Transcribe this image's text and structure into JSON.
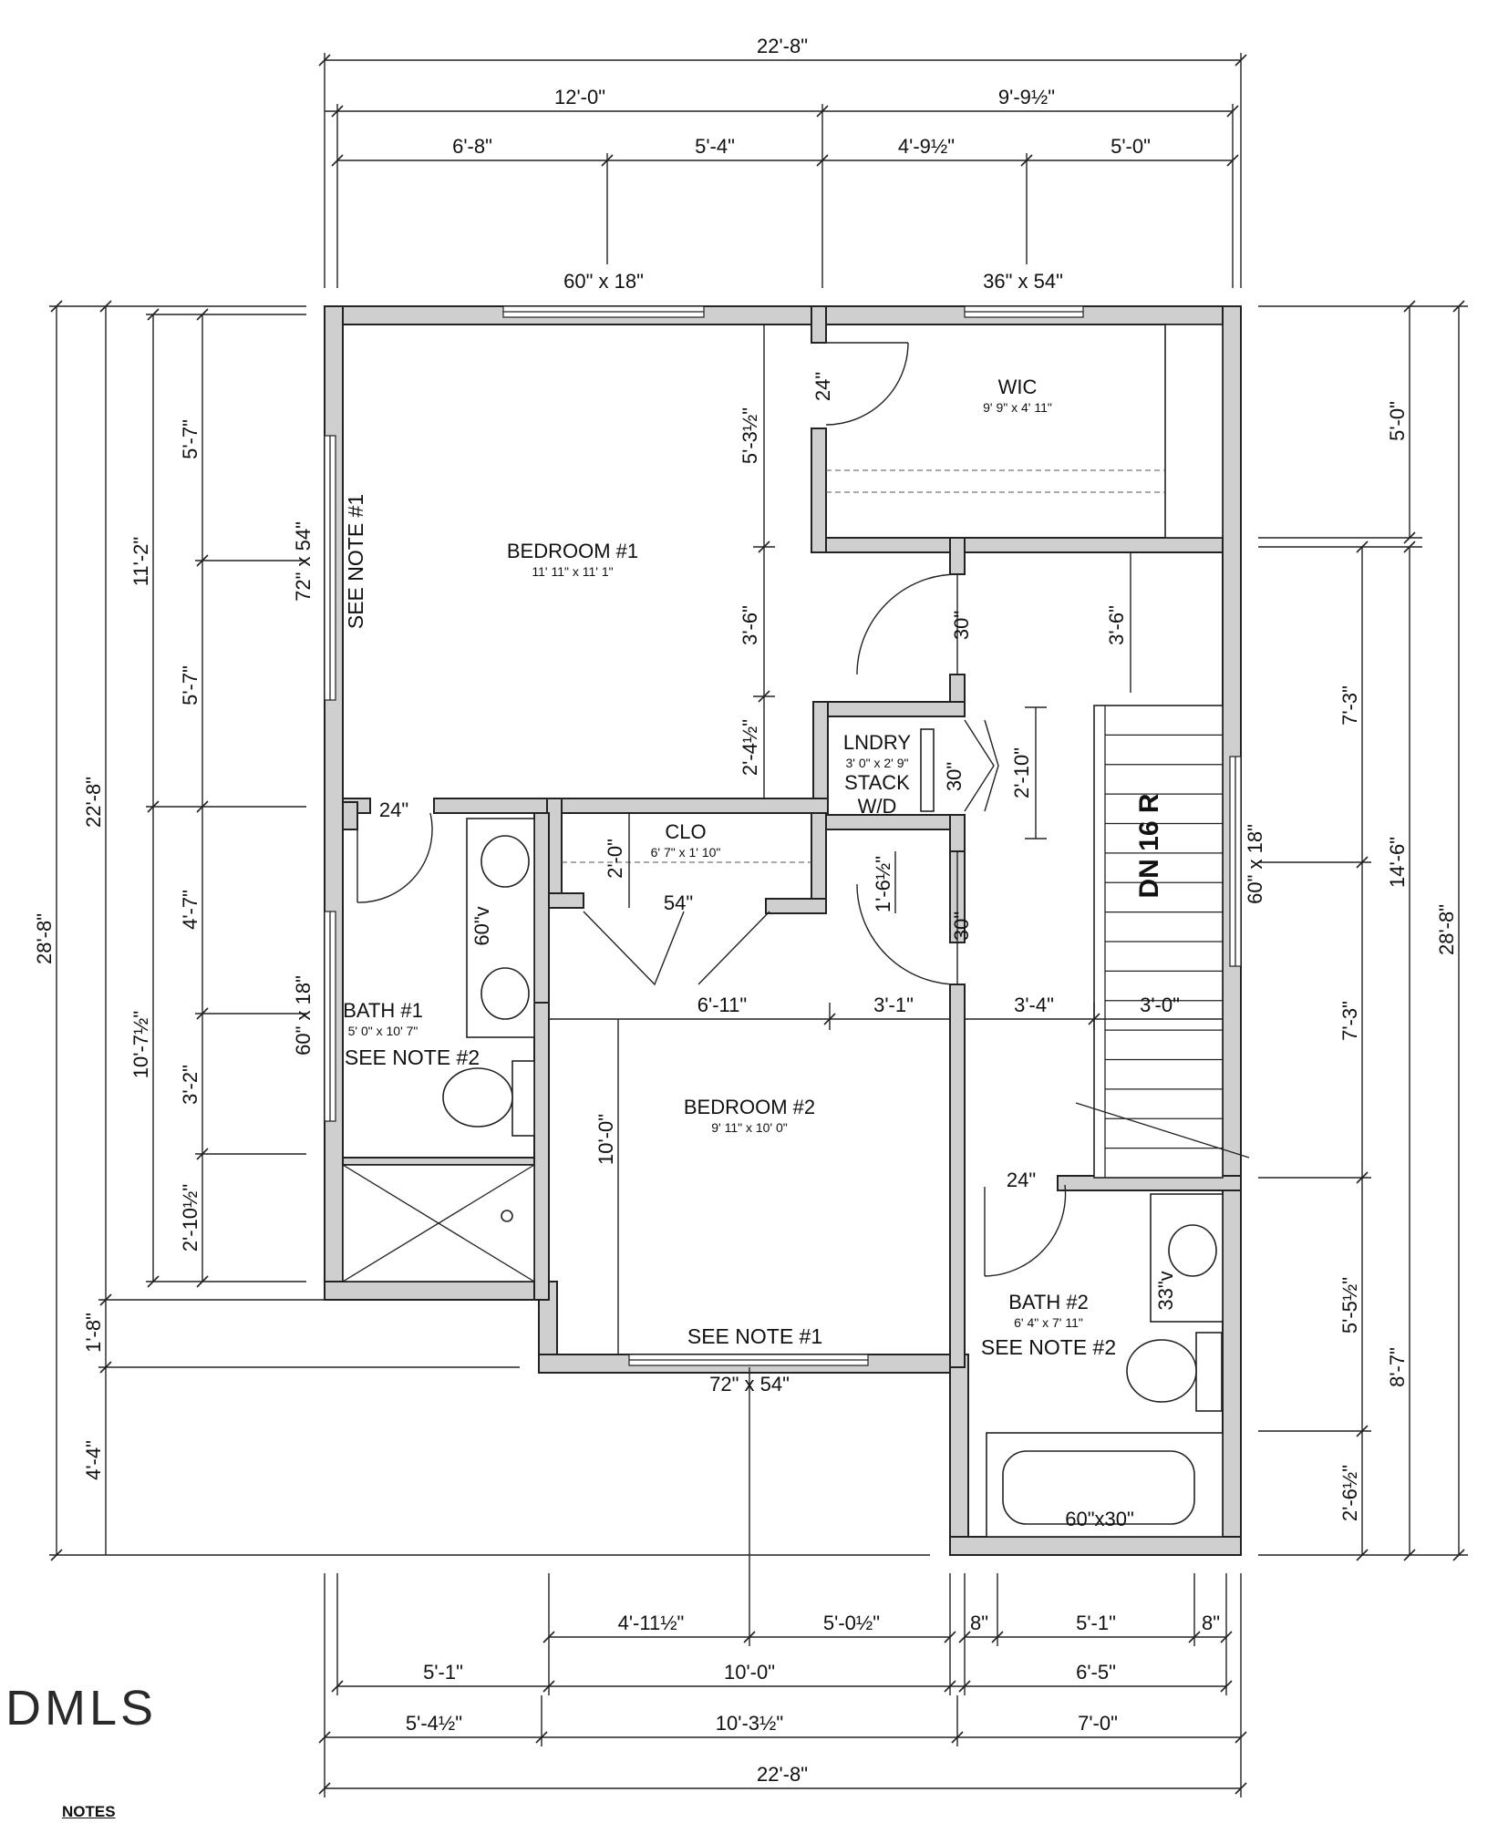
{
  "dims": {
    "top_total": "22'-8\"",
    "top_left": "12'-0\"",
    "top_right": "9'-9½\"",
    "top_a": "6'-8\"",
    "top_b": "5'-4\"",
    "top_c": "4'-9½\"",
    "top_d": "5'-0\"",
    "left_total": "28'-8\"",
    "left_a": "22'-8\"",
    "left_b": "11'-2\"",
    "left_c": "10'-7½\"",
    "left_d": "5'-7\"",
    "left_e": "5'-7\"",
    "left_f": "4'-7\"",
    "left_g": "3'-2\"",
    "left_h": "2'-10½\"",
    "left_i": "1'-8\"",
    "left_j": "4'-4\"",
    "right_total": "28'-8\"",
    "right_a": "5'-0\"",
    "right_b": "14'-6\"",
    "right_c": "7'-3\"",
    "right_d": "7'-3\"",
    "right_e": "8'-7\"",
    "right_f": "5'-5½\"",
    "right_g": "2'-6½\"",
    "bottom_a": "4'-11½\"",
    "bottom_b": "5'-0½\"",
    "bottom_c": "8\"",
    "bottom_d": "5'-1\"",
    "bottom_e": "8\"",
    "bottom_f": "5'-1\"",
    "bottom_g": "10'-0\"",
    "bottom_h": "6'-5\"",
    "bottom_i": "5'-4½\"",
    "bottom_j": "10'-3½\"",
    "bottom_k": "7'-0\"",
    "bottom_total": "22'-8\"",
    "int_1": "5'-3½\"",
    "int_2": "3'-6\"",
    "int_3": "2'-4½\"",
    "int_4": "3'-6\"",
    "int_5": "2'-10\"",
    "int_6": "1'-6½\"",
    "int_7": "2'-0\"",
    "int_8": "6'-11\"",
    "int_9": "3'-1\"",
    "int_10": "3'-4\"",
    "int_11": "3'-0\"",
    "int_12": "10'-0\""
  },
  "windows": {
    "w1": "60\" x 18\"",
    "w2": "36\" x 54\"",
    "w3": "72\" x 54\"",
    "w4": "60\" x 18\"",
    "w5": "60\" x 18\"",
    "w6": "72\" x 54\""
  },
  "doors": {
    "d_wic": "24\"",
    "d_hall": "30\"",
    "d_lndry": "30\"",
    "d_bed2": "30\"",
    "d_bath1": "24\"",
    "d_clo": "54\"",
    "d_bath2": "24\""
  },
  "rooms": {
    "bed1": "BEDROOM #1",
    "bed1_size": "11' 11\" x 11' 1\"",
    "wic": "WIC",
    "wic_size": "9' 9\" x 4' 11\"",
    "lndry": "LNDRY",
    "lndry_size": "3' 0\" x 2' 9\"",
    "lndry_l1": "STACK",
    "lndry_l2": "W/D",
    "clo": "CLO",
    "clo_size": "6' 7\" x 1' 10\"",
    "bath1": "BATH #1",
    "bath1_size": "5' 0\" x 10' 7\"",
    "bed2": "BEDROOM #2",
    "bed2_size": "9' 11\" x 10' 0\"",
    "bath2": "BATH #2",
    "bath2_size": "6' 4\" x 7' 11\""
  },
  "labels": {
    "note1_a": "SEE NOTE #1",
    "note1_b": "SEE NOTE #1",
    "note2_a": "SEE NOTE #2",
    "note2_b": "SEE NOTE #2",
    "vanity1": "60\"v",
    "vanity2": "33\"v",
    "tub": "60\"x30\"",
    "stair": "DN 16 R"
  },
  "logo": "DMLS",
  "notes_heading": "NOTES"
}
